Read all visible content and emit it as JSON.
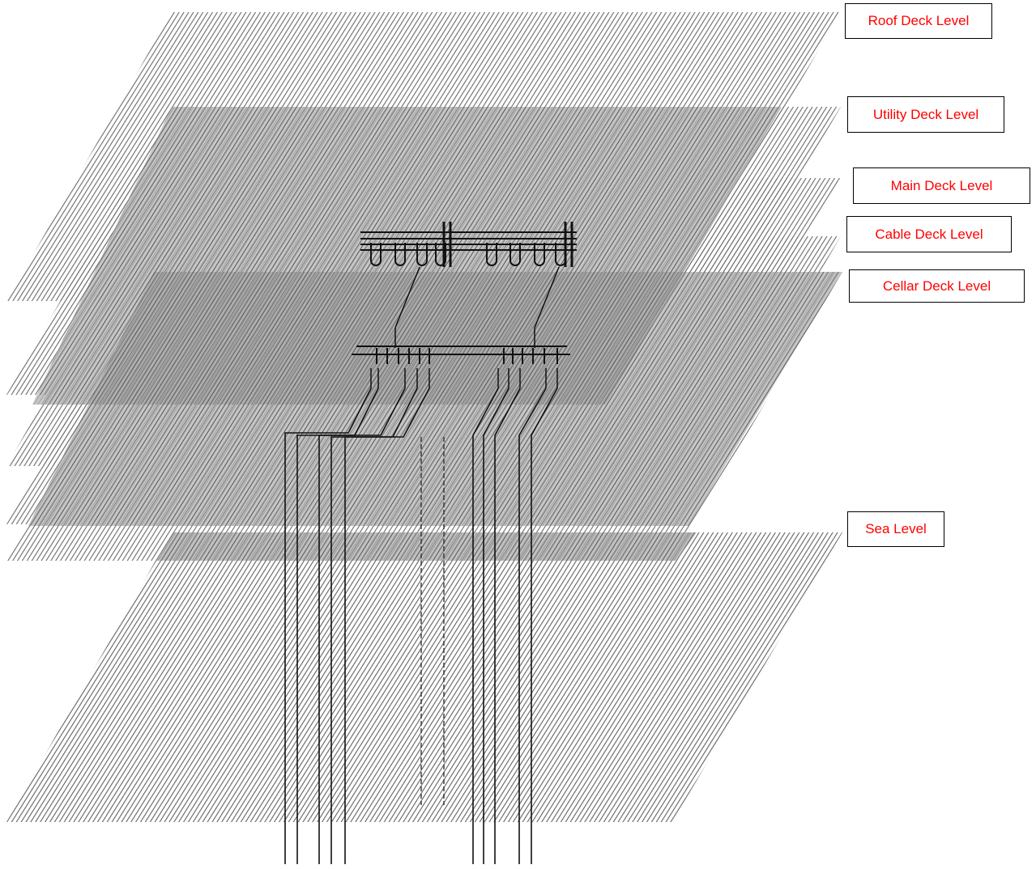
{
  "diagram": {
    "levels": [
      {
        "id": "roof",
        "label": "Roof Deck Level"
      },
      {
        "id": "utility",
        "label": "Utility Deck Level"
      },
      {
        "id": "main",
        "label": "Main Deck Level"
      },
      {
        "id": "cable",
        "label": "Cable Deck Level"
      },
      {
        "id": "cellar",
        "label": "Cellar Deck Level"
      },
      {
        "id": "sea",
        "label": "Sea Level"
      }
    ],
    "colors": {
      "hatch": "#5a5a5a",
      "deck_shade": "#7d7d7d",
      "riser": "#111111",
      "label_text": "#ff0000",
      "label_border": "#000000"
    }
  }
}
